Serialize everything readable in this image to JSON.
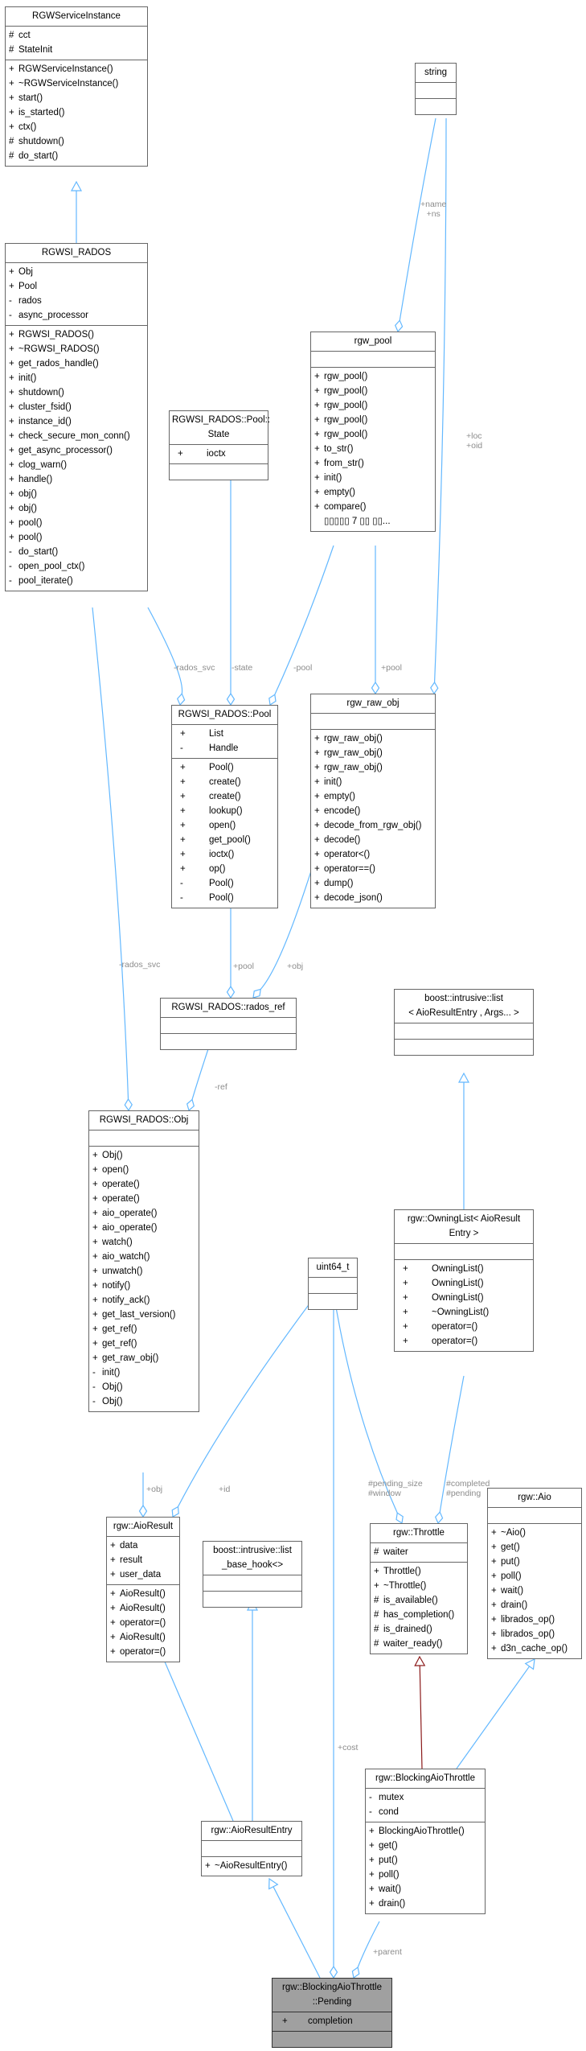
{
  "classes": {
    "svc_instance": {
      "title": [
        "RGWServiceInstance"
      ],
      "sections": [
        [
          {
            "v": "#",
            "n": "cct"
          },
          {
            "v": "#",
            "n": "StateInit"
          }
        ],
        [
          {
            "v": "+",
            "n": "RGWServiceInstance()"
          },
          {
            "v": "+",
            "n": "~RGWServiceInstance()"
          },
          {
            "v": "+",
            "n": "start()"
          },
          {
            "v": "+",
            "n": "is_started()"
          },
          {
            "v": "+",
            "n": "ctx()"
          },
          {
            "v": "#",
            "n": "shutdown()"
          },
          {
            "v": "#",
            "n": "do_start()"
          }
        ]
      ]
    },
    "svc_rados": {
      "title": [
        "RGWSI_RADOS"
      ],
      "sections": [
        [
          {
            "v": "+",
            "n": "Obj"
          },
          {
            "v": "+",
            "n": "Pool"
          },
          {
            "v": "-",
            "n": "rados"
          },
          {
            "v": "-",
            "n": "async_processor"
          }
        ],
        [
          {
            "v": "+",
            "n": "RGWSI_RADOS()"
          },
          {
            "v": "+",
            "n": "~RGWSI_RADOS()"
          },
          {
            "v": "+",
            "n": "get_rados_handle()"
          },
          {
            "v": "+",
            "n": "init()"
          },
          {
            "v": "+",
            "n": "shutdown()"
          },
          {
            "v": "+",
            "n": "cluster_fsid()"
          },
          {
            "v": "+",
            "n": "instance_id()"
          },
          {
            "v": "+",
            "n": "check_secure_mon_conn()"
          },
          {
            "v": "+",
            "n": "get_async_processor()"
          },
          {
            "v": "+",
            "n": "clog_warn()"
          },
          {
            "v": "+",
            "n": "handle()"
          },
          {
            "v": "+",
            "n": "obj()"
          },
          {
            "v": "+",
            "n": "obj()"
          },
          {
            "v": "+",
            "n": "pool()"
          },
          {
            "v": "+",
            "n": "pool()"
          },
          {
            "v": "-",
            "n": "do_start()"
          },
          {
            "v": "-",
            "n": "open_pool_ctx()"
          },
          {
            "v": "-",
            "n": "pool_iterate()"
          }
        ]
      ]
    },
    "string": {
      "title": [
        "string"
      ],
      "sections": [
        [],
        []
      ]
    },
    "rgw_pool": {
      "title": [
        "rgw_pool"
      ],
      "sections": [
        [],
        [
          {
            "v": "+",
            "n": "rgw_pool()"
          },
          {
            "v": "+",
            "n": "rgw_pool()"
          },
          {
            "v": "+",
            "n": "rgw_pool()"
          },
          {
            "v": "+",
            "n": "rgw_pool()"
          },
          {
            "v": "+",
            "n": "rgw_pool()"
          },
          {
            "v": "+",
            "n": "to_str()"
          },
          {
            "v": "+",
            "n": "from_str()"
          },
          {
            "v": "+",
            "n": "init()"
          },
          {
            "v": "+",
            "n": "empty()"
          },
          {
            "v": "+",
            "n": "compare()"
          },
          {
            "v": "",
            "n": "▯▯▯▯▯ 7 ▯▯  ▯▯..."
          }
        ]
      ]
    },
    "pool_state": {
      "title": [
        "RGWSI_RADOS::Pool::",
        "State"
      ],
      "sections": [
        [
          {
            "v": "+",
            "n": "ioctx",
            "w": true
          }
        ],
        []
      ]
    },
    "rados_pool": {
      "title": [
        "RGWSI_RADOS::Pool"
      ],
      "sections": [
        [
          {
            "v": "+",
            "n": "List",
            "w": true
          },
          {
            "v": "-",
            "n": "Handle",
            "w": true
          }
        ],
        [
          {
            "v": "+",
            "n": "Pool()",
            "w": true
          },
          {
            "v": "+",
            "n": "create()",
            "w": true
          },
          {
            "v": "+",
            "n": "create()",
            "w": true
          },
          {
            "v": "+",
            "n": "lookup()",
            "w": true
          },
          {
            "v": "+",
            "n": "open()",
            "w": true
          },
          {
            "v": "+",
            "n": "get_pool()",
            "w": true
          },
          {
            "v": "+",
            "n": "ioctx()",
            "w": true
          },
          {
            "v": "+",
            "n": "op()",
            "w": true
          },
          {
            "v": "-",
            "n": "Pool()",
            "w": true
          },
          {
            "v": "-",
            "n": "Pool()",
            "w": true
          }
        ]
      ]
    },
    "raw_obj": {
      "title": [
        "rgw_raw_obj"
      ],
      "sections": [
        [],
        [
          {
            "v": "+",
            "n": "rgw_raw_obj()"
          },
          {
            "v": "+",
            "n": "rgw_raw_obj()"
          },
          {
            "v": "+",
            "n": "rgw_raw_obj()"
          },
          {
            "v": "+",
            "n": "init()"
          },
          {
            "v": "+",
            "n": "empty()"
          },
          {
            "v": "+",
            "n": "encode()"
          },
          {
            "v": "+",
            "n": "decode_from_rgw_obj()"
          },
          {
            "v": "+",
            "n": "decode()"
          },
          {
            "v": "+",
            "n": "operator<()"
          },
          {
            "v": "+",
            "n": "operator==()"
          },
          {
            "v": "+",
            "n": "dump()"
          },
          {
            "v": "+",
            "n": "decode_json()"
          }
        ]
      ]
    },
    "rados_ref": {
      "title": [
        "RGWSI_RADOS::rados_ref"
      ],
      "sections": [
        [],
        []
      ]
    },
    "intrusive_list": {
      "title": [
        "boost::intrusive::list",
        "< AioResultEntry , Args... >"
      ],
      "sections": [
        [],
        []
      ]
    },
    "rados_obj": {
      "title": [
        "RGWSI_RADOS::Obj"
      ],
      "sections": [
        [],
        [
          {
            "v": "+",
            "n": "Obj()"
          },
          {
            "v": "+",
            "n": "open()"
          },
          {
            "v": "+",
            "n": "operate()"
          },
          {
            "v": "+",
            "n": "operate()"
          },
          {
            "v": "+",
            "n": "aio_operate()"
          },
          {
            "v": "+",
            "n": "aio_operate()"
          },
          {
            "v": "+",
            "n": "watch()"
          },
          {
            "v": "+",
            "n": "aio_watch()"
          },
          {
            "v": "+",
            "n": "unwatch()"
          },
          {
            "v": "+",
            "n": "notify()"
          },
          {
            "v": "+",
            "n": "notify_ack()"
          },
          {
            "v": "+",
            "n": "get_last_version()"
          },
          {
            "v": "+",
            "n": "get_ref()"
          },
          {
            "v": "+",
            "n": "get_ref()"
          },
          {
            "v": "+",
            "n": "get_raw_obj()"
          },
          {
            "v": "-",
            "n": "init()"
          },
          {
            "v": "-",
            "n": "Obj()"
          },
          {
            "v": "-",
            "n": "Obj()"
          }
        ]
      ]
    },
    "uint64": {
      "title": [
        "uint64_t"
      ],
      "sections": [
        [],
        []
      ]
    },
    "owning_list": {
      "title": [
        "rgw::OwningList< AioResult",
        "Entry >"
      ],
      "sections": [
        [],
        [
          {
            "v": "+",
            "n": "OwningList()",
            "w": true
          },
          {
            "v": "+",
            "n": "OwningList()",
            "w": true
          },
          {
            "v": "+",
            "n": "OwningList()",
            "w": true
          },
          {
            "v": "+",
            "n": "~OwningList()",
            "w": true
          },
          {
            "v": "+",
            "n": "operator=()",
            "w": true
          },
          {
            "v": "+",
            "n": "operator=()",
            "w": true
          }
        ]
      ]
    },
    "aio_result": {
      "title": [
        "rgw::AioResult"
      ],
      "sections": [
        [
          {
            "v": "+",
            "n": "data"
          },
          {
            "v": "+",
            "n": "result"
          },
          {
            "v": "+",
            "n": "user_data"
          }
        ],
        [
          {
            "v": "+",
            "n": "AioResult()"
          },
          {
            "v": "+",
            "n": "AioResult()"
          },
          {
            "v": "+",
            "n": "operator=()"
          },
          {
            "v": "+",
            "n": "AioResult()"
          },
          {
            "v": "+",
            "n": "operator=()"
          }
        ]
      ]
    },
    "hook": {
      "title": [
        "boost::intrusive::list",
        "_base_hook<>"
      ],
      "sections": [
        [],
        []
      ]
    },
    "throttle": {
      "title": [
        "rgw::Throttle"
      ],
      "sections": [
        [
          {
            "v": "#",
            "n": "waiter"
          }
        ],
        [
          {
            "v": "+",
            "n": "Throttle()"
          },
          {
            "v": "+",
            "n": "~Throttle()"
          },
          {
            "v": "#",
            "n": "is_available()"
          },
          {
            "v": "#",
            "n": "has_completion()"
          },
          {
            "v": "#",
            "n": "is_drained()"
          },
          {
            "v": "#",
            "n": "waiter_ready()"
          }
        ]
      ]
    },
    "aio": {
      "title": [
        "rgw::Aio"
      ],
      "sections": [
        [],
        [
          {
            "v": "+",
            "n": "~Aio()"
          },
          {
            "v": "+",
            "n": "get()"
          },
          {
            "v": "+",
            "n": "put()"
          },
          {
            "v": "+",
            "n": "poll()"
          },
          {
            "v": "+",
            "n": "wait()"
          },
          {
            "v": "+",
            "n": "drain()"
          },
          {
            "v": "+",
            "n": "librados_op()"
          },
          {
            "v": "+",
            "n": "librados_op()"
          },
          {
            "v": "+",
            "n": "d3n_cache_op()"
          }
        ]
      ]
    },
    "blocking": {
      "title": [
        "rgw::BlockingAioThrottle"
      ],
      "sections": [
        [
          {
            "v": "-",
            "n": "mutex"
          },
          {
            "v": "-",
            "n": "cond"
          }
        ],
        [
          {
            "v": "+",
            "n": "BlockingAioThrottle()"
          },
          {
            "v": "+",
            "n": "get()"
          },
          {
            "v": "+",
            "n": "put()"
          },
          {
            "v": "+",
            "n": "poll()"
          },
          {
            "v": "+",
            "n": "wait()"
          },
          {
            "v": "+",
            "n": "drain()"
          }
        ]
      ]
    },
    "aio_entry": {
      "title": [
        "rgw::AioResultEntry"
      ],
      "sections": [
        [],
        [
          {
            "v": "+",
            "n": "~AioResultEntry()"
          }
        ]
      ]
    },
    "pending": {
      "title": [
        "rgw::BlockingAioThrottle",
        "::Pending"
      ],
      "sections": [
        [
          {
            "v": "+",
            "n": "completion",
            "w2": true
          }
        ],
        []
      ]
    }
  },
  "edge_labels": {
    "name_ns": "+name\n+ns",
    "loc_oid": "+loc\n+oid",
    "rados_svc_1": "-rados_svc",
    "state": "-state",
    "pool_lbl": "-pool",
    "pool_plus_1": "+pool",
    "pool_plus_2": "+pool",
    "obj_plus_1": "+obj",
    "rados_svc_2": "-rados_svc",
    "ref": "-ref",
    "obj_plus_2": "+obj",
    "id": "+id",
    "pending_window": "#pending_size\n#window",
    "completed_pending": "#completed\n#pending",
    "cost": "+cost",
    "parent": "+parent"
  },
  "colors": {
    "edge": "#63b8ff",
    "inherit_red": "#8b1a1a",
    "highlight": "#a0a0a0",
    "label": "#8c8c8c"
  }
}
